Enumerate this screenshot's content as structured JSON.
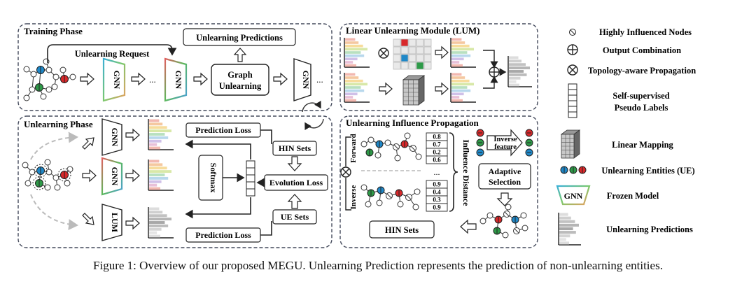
{
  "panels": {
    "training": "Training Phase",
    "unlearning": "Unlearning Phase",
    "lum": "Linear Unlearning Module (LUM)",
    "uip": "Unlearning Influence Propagation"
  },
  "training": {
    "unlearning_request": "Unlearning Request",
    "unlearning_predictions": "Unlearning Predictions",
    "graph_unlearning_line1": "Graph",
    "graph_unlearning_line2": "Unlearning",
    "gnn": "GNN",
    "ellipsis": "..."
  },
  "unlearning": {
    "gnn": "GNN",
    "lum": "LUM",
    "prediction_loss_top": "Prediction Loss",
    "prediction_loss_bottom": "Prediction Loss",
    "softmax": "Softmax",
    "hin_sets": "HIN Sets",
    "evolution_loss": "Evolution Loss",
    "ue_sets": "UE Sets"
  },
  "uip": {
    "forward": "Forward",
    "inverse": "Inverse",
    "influence_distance": "Influence Distance",
    "forward_scores": [
      "0.8",
      "0.7",
      "0.2",
      "0.6"
    ],
    "inverse_scores": [
      "0.9",
      "0.4",
      "0.3",
      "0.9"
    ],
    "dots": "...",
    "inverse_feature_line1": "Inverse",
    "inverse_feature_line2": "feature",
    "adaptive_line1": "Adaptive",
    "adaptive_line2": "Selection",
    "hin_sets": "HIN Sets"
  },
  "legend": {
    "highly_influenced": "Highly Influenced Nodes",
    "output_combination": "Output Combination",
    "topology_propagation": "Topology-aware Propagation",
    "self_supervised_line1": "Self-supervised",
    "self_supervised_line2": "Pseudo Labels",
    "linear_mapping": "Linear Mapping",
    "unlearning_entities": "Unlearning Entities (UE)",
    "gnn_box": "GNN",
    "frozen_model": "Frozen Model",
    "unlearning_predictions": "Unlearning Predictions"
  },
  "colors": {
    "red": "#d8282a",
    "green": "#2e9a48",
    "blue": "#1f88c8",
    "panel_border": "#444a5c"
  },
  "caption": "Figure 1: Overview of our proposed MEGU. Unlearning Prediction represents the prediction of non-unlearning entities."
}
